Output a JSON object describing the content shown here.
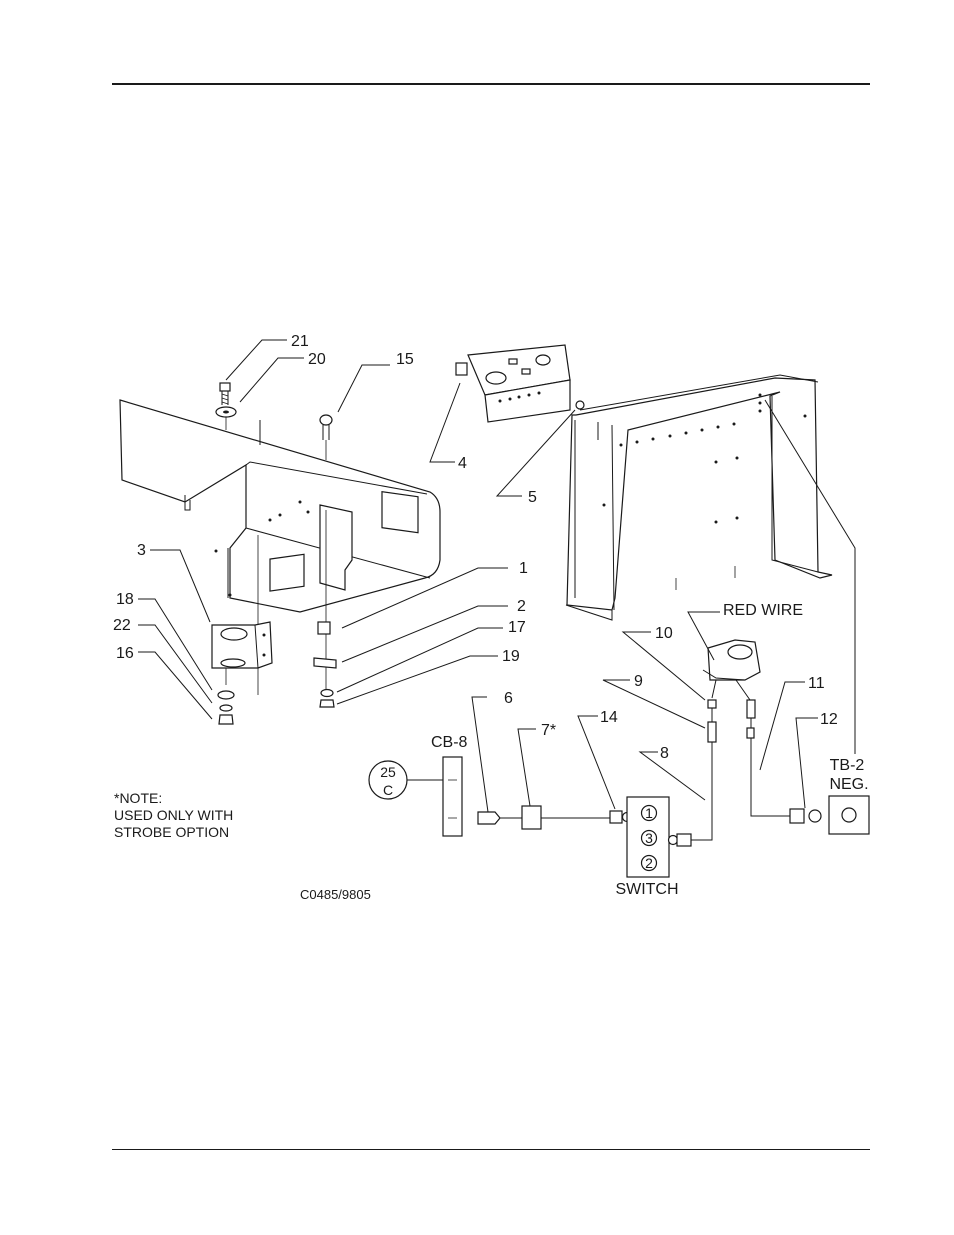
{
  "callouts": {
    "c21": "21",
    "c20": "20",
    "c15": "15",
    "c4": "4",
    "c5": "5",
    "c3": "3",
    "c1": "1",
    "c2": "2",
    "c17": "17",
    "c19": "19",
    "c18": "18",
    "c22": "22",
    "c16": "16",
    "c10": "10",
    "c9": "9",
    "c6": "6",
    "c7": "7*",
    "c14": "14",
    "c8": "8",
    "c11": "11",
    "c12": "12"
  },
  "labels": {
    "red_wire": "RED WIRE",
    "cb8": "CB-8",
    "breaker_top": "25",
    "breaker_bottom": "C",
    "switch": "SWITCH",
    "switch_pin1": "1",
    "switch_pin3": "3",
    "switch_pin2": "2",
    "tb2_line1": "TB-2",
    "tb2_line2": "NEG."
  },
  "note": {
    "line1": "*NOTE:",
    "line2": "USED ONLY WITH",
    "line3": "STROBE OPTION"
  },
  "drawing_code": "C0485/9805"
}
